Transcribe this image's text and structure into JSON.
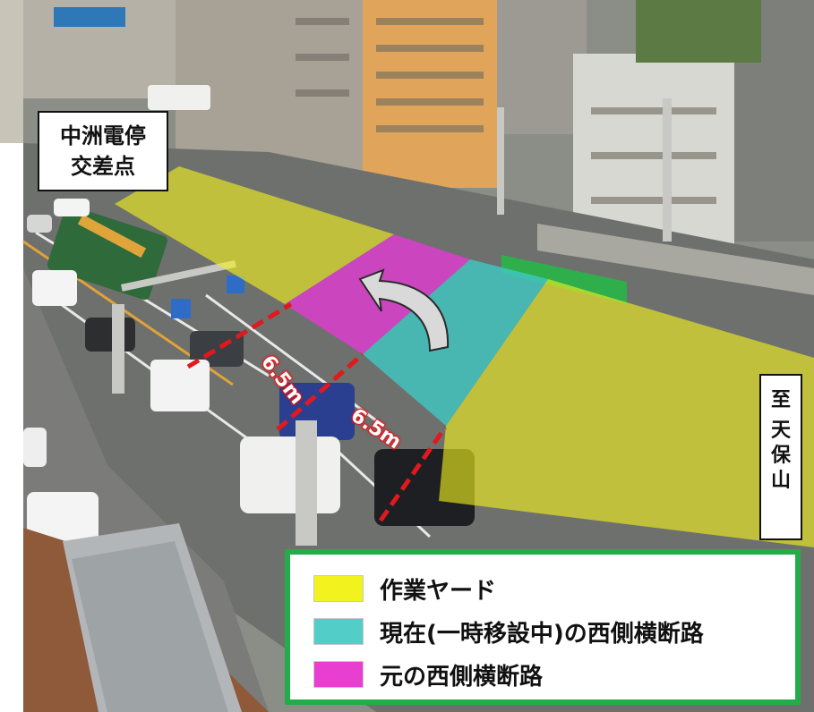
{
  "labels": {
    "intersection_line1": "中洲電停",
    "intersection_line2": "交差点",
    "direction_to": "至",
    "direction_place": [
      "天",
      "保",
      "山"
    ]
  },
  "dimensions": {
    "first": "6.5m",
    "second": "6.5m"
  },
  "legend": {
    "items": [
      {
        "label": "作業ヤード",
        "color": "#f2f21e"
      },
      {
        "label": "現在(一時移設中)の西側横断路",
        "color": "#52cdc7"
      },
      {
        "label": "元の西側横断路",
        "color": "#e83fd0"
      }
    ]
  },
  "colors": {
    "work_yard": "#f2f21e",
    "current_crossing": "#3ec9c3",
    "original_crossing": "#e63ad6",
    "dimension_line": "#e0191e",
    "legend_border": "#22ad4a",
    "arrow_fill": "#d9d9d9"
  }
}
